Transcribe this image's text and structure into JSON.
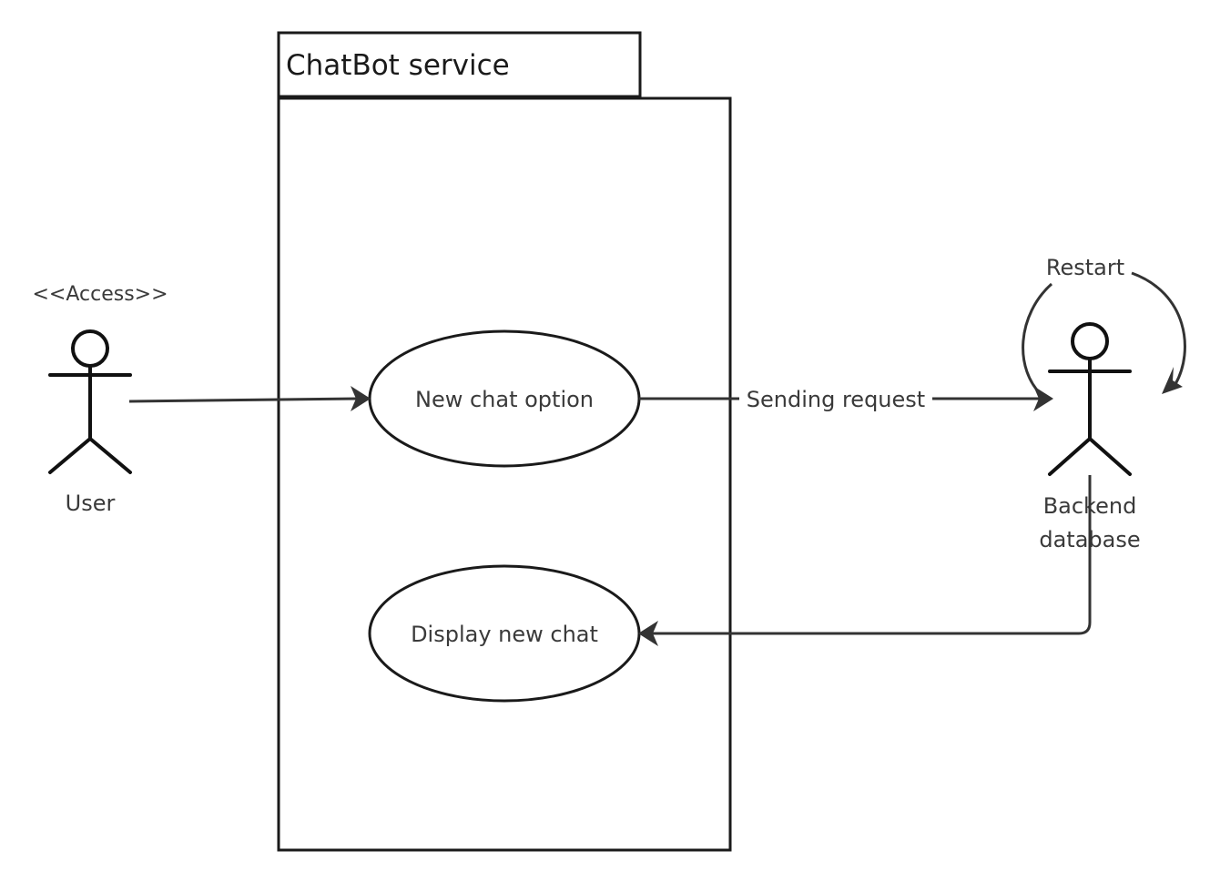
{
  "system": {
    "title": "ChatBot service"
  },
  "actors": {
    "user": {
      "label": "User",
      "stereotype": "<<Access>>"
    },
    "backend": {
      "label_line1": "Backend",
      "label_line2": "database"
    }
  },
  "use_cases": {
    "new_chat": "New chat option",
    "display_chat": "Display new chat"
  },
  "connections": {
    "sending": "Sending request",
    "restart": "Restart"
  },
  "colors": {
    "stroke": "#1a1a1a",
    "text": "#3a3a3a",
    "background": "#ffffff"
  }
}
